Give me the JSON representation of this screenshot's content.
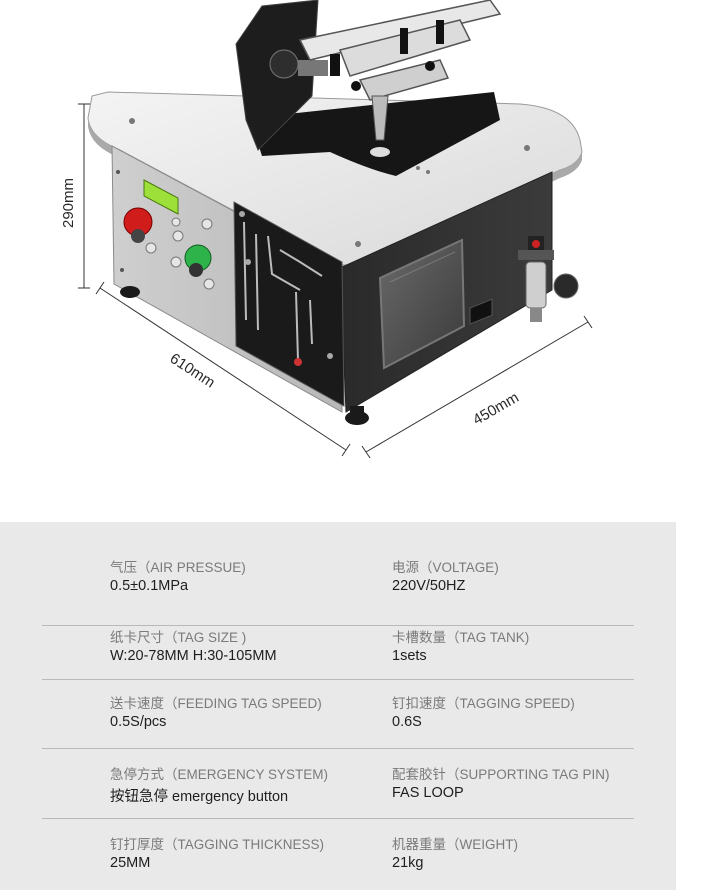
{
  "dimensions": {
    "height": "290mm",
    "width": "610mm",
    "depth": "450mm"
  },
  "specs": [
    {
      "left": {
        "label": "气压（AIR PRESSUE)",
        "value": "0.5±0.1MPa"
      },
      "right": {
        "label": "电源（VOLTAGE)",
        "value": "220V/50HZ"
      }
    },
    {
      "left": {
        "label": "纸卡尺寸（TAG SIZE )",
        "value": "W:20-78MM  H:30-105MM"
      },
      "right": {
        "label": "卡槽数量（TAG TANK)",
        "value": "1sets"
      }
    },
    {
      "left": {
        "label": "送卡速度（FEEDING TAG SPEED)",
        "value": "0.5S/pcs"
      },
      "right": {
        "label": "钉扣速度（TAGGING SPEED)",
        "value": "0.6S"
      }
    },
    {
      "left": {
        "label": "急停方式（EMERGENCY SYSTEM)",
        "value": "按钮急停 emergency button"
      },
      "right": {
        "label": "配套胶针（SUPPORTING TAG PIN)",
        "value": "FAS LOOP"
      }
    },
    {
      "left": {
        "label": "钉打厚度（TAGGING THICKNESS)",
        "value": "25MM"
      },
      "right": {
        "label": "机器重量（WEIGHT)",
        "value": "21kg"
      }
    }
  ]
}
